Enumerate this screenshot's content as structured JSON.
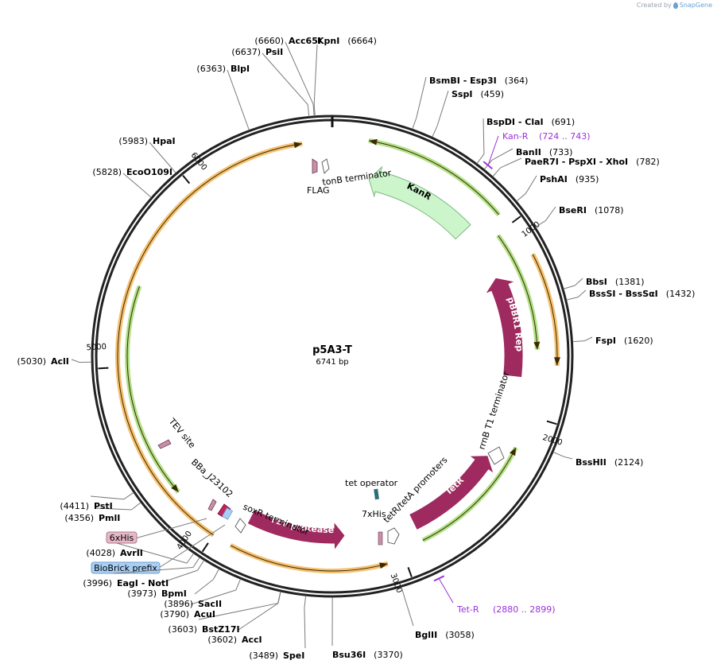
{
  "app": {
    "credit_prefix": "Created by",
    "credit_brand": "SnapGene",
    "credit_icon": "snapgene-logo-icon"
  },
  "plasmid": {
    "name": "p5A3-T",
    "length_label": "6741 bp",
    "length": 6741
  },
  "scale_ticks": [
    {
      "pos": 1000,
      "label": "1000"
    },
    {
      "pos": 2000,
      "label": "2000"
    },
    {
      "pos": 3000,
      "label": "3000"
    },
    {
      "pos": 4000,
      "label": "4000"
    },
    {
      "pos": 5000,
      "label": "5000"
    },
    {
      "pos": 6000,
      "label": "6000"
    }
  ],
  "restriction_sites": [
    {
      "pos": 6664,
      "name": "KpnI",
      "pos_label": "(6664)"
    },
    {
      "pos": 6660,
      "name": "Acc65I",
      "pos_label": "(6660)"
    },
    {
      "pos": 6637,
      "name": "PsiI",
      "pos_label": "(6637)"
    },
    {
      "pos": 6363,
      "name": "BlpI",
      "pos_label": "(6363)"
    },
    {
      "pos": 5983,
      "name": "HpaI",
      "pos_label": "(5983)"
    },
    {
      "pos": 5828,
      "name": "EcoO109I",
      "pos_label": "(5828)"
    },
    {
      "pos": 364,
      "name": "BsmBI - Esp3I",
      "pos_label": "(364)"
    },
    {
      "pos": 459,
      "name": "SspI",
      "pos_label": "(459)"
    },
    {
      "pos": 691,
      "name": "BspDI - ClaI",
      "pos_label": "(691)"
    },
    {
      "pos": 733,
      "name": "BanII",
      "pos_label": "(733)"
    },
    {
      "pos": 782,
      "name": "PaeR7I - PspXI - XhoI",
      "pos_label": "(782)"
    },
    {
      "pos": 935,
      "name": "PshAI",
      "pos_label": "(935)"
    },
    {
      "pos": 1078,
      "name": "BseRI",
      "pos_label": "(1078)"
    },
    {
      "pos": 1381,
      "name": "BbsI",
      "pos_label": "(1381)"
    },
    {
      "pos": 1432,
      "name": "BssSI - BssSαI",
      "pos_label": "(1432)"
    },
    {
      "pos": 1620,
      "name": "FspI",
      "pos_label": "(1620)"
    },
    {
      "pos": 2124,
      "name": "BssHII",
      "pos_label": "(2124)"
    },
    {
      "pos": 3058,
      "name": "BglII",
      "pos_label": "(3058)"
    },
    {
      "pos": 3370,
      "name": "Bsu36I",
      "pos_label": "(3370)"
    },
    {
      "pos": 3489,
      "name": "SpeI",
      "pos_label": "(3489)"
    },
    {
      "pos": 3602,
      "name": "AccI",
      "pos_label": "(3602)"
    },
    {
      "pos": 3603,
      "name": "BstZ17I",
      "pos_label": "(3603)"
    },
    {
      "pos": 3790,
      "name": "AcuI",
      "pos_label": "(3790)"
    },
    {
      "pos": 3896,
      "name": "SacII",
      "pos_label": "(3896)"
    },
    {
      "pos": 3973,
      "name": "BpmI",
      "pos_label": "(3973)"
    },
    {
      "pos": 3996,
      "name": "EagI - NotI",
      "pos_label": "(3996)"
    },
    {
      "pos": 4028,
      "name": "AvrII",
      "pos_label": "(4028)"
    },
    {
      "pos": 4356,
      "name": "PmlI",
      "pos_label": "(4356)"
    },
    {
      "pos": 4411,
      "name": "PstI",
      "pos_label": "(4411)"
    },
    {
      "pos": 5030,
      "name": "AclI",
      "pos_label": "(5030)"
    }
  ],
  "primers": [
    {
      "name": "Kan-R",
      "range_label": "(724 .. 743)",
      "start": 724,
      "end": 743,
      "color": "#9b30d9"
    },
    {
      "name": "Tet-R",
      "range_label": "(2880 .. 2899)",
      "start": 2880,
      "end": 2899,
      "color": "#9b30d9"
    }
  ],
  "features": [
    {
      "name": "KanR",
      "start": 100,
      "end": 900,
      "strand": "reverse",
      "color": "#ccf5cc",
      "stroke": "#7ab87a",
      "label_color": "#000000"
    },
    {
      "name": "pBBR1 Rep",
      "start": 1200,
      "end": 1800,
      "strand": "reverse",
      "color": "#9e2a5f",
      "stroke": "#9e2a5f",
      "label_color": "#ffffff"
    },
    {
      "name": "TetR",
      "start": 2280,
      "end": 2920,
      "strand": "reverse",
      "color": "#9e2a5f",
      "stroke": "#9e2a5f",
      "label_color": "#ffffff"
    },
    {
      "name": "TEV protease",
      "start": 3300,
      "end": 3900,
      "strand": "reverse",
      "color": "#9e2a5f",
      "stroke": "#9e2a5f",
      "label_color": "#ffffff"
    }
  ],
  "small_features": [
    {
      "name": "FLAG",
      "color": "#c98fa8"
    },
    {
      "name": "tonB terminator",
      "color": "#ffffff"
    },
    {
      "name": "rrnB T1 terminator",
      "color": "#ffffff"
    },
    {
      "name": "tet operator",
      "color": "#2e6d7a"
    },
    {
      "name": "7xHis",
      "color": "#c98fa8"
    },
    {
      "name": "tetR/tetA promoters",
      "color": "#ffffff"
    },
    {
      "name": "soxR terminator",
      "color": "#ffffff"
    },
    {
      "name": "BBa_J23102",
      "color": "#c0245a"
    },
    {
      "name": "TEV site",
      "color": "#c98fa8"
    }
  ],
  "boxed_labels": [
    {
      "text": "6xHis",
      "bg": "#e6b8c8",
      "border": "#b07890"
    },
    {
      "text": "BioBrick prefix",
      "bg": "#a9cff5",
      "border": "#6d9fd0"
    }
  ],
  "colors": {
    "backbone": "#222222",
    "orf_orange": "#f3b557",
    "orf_green": "#a4dc73",
    "feature_maroon": "#9e2a5f",
    "kanr_fill": "#ccf5cc",
    "primer_purple": "#9b30d9"
  }
}
